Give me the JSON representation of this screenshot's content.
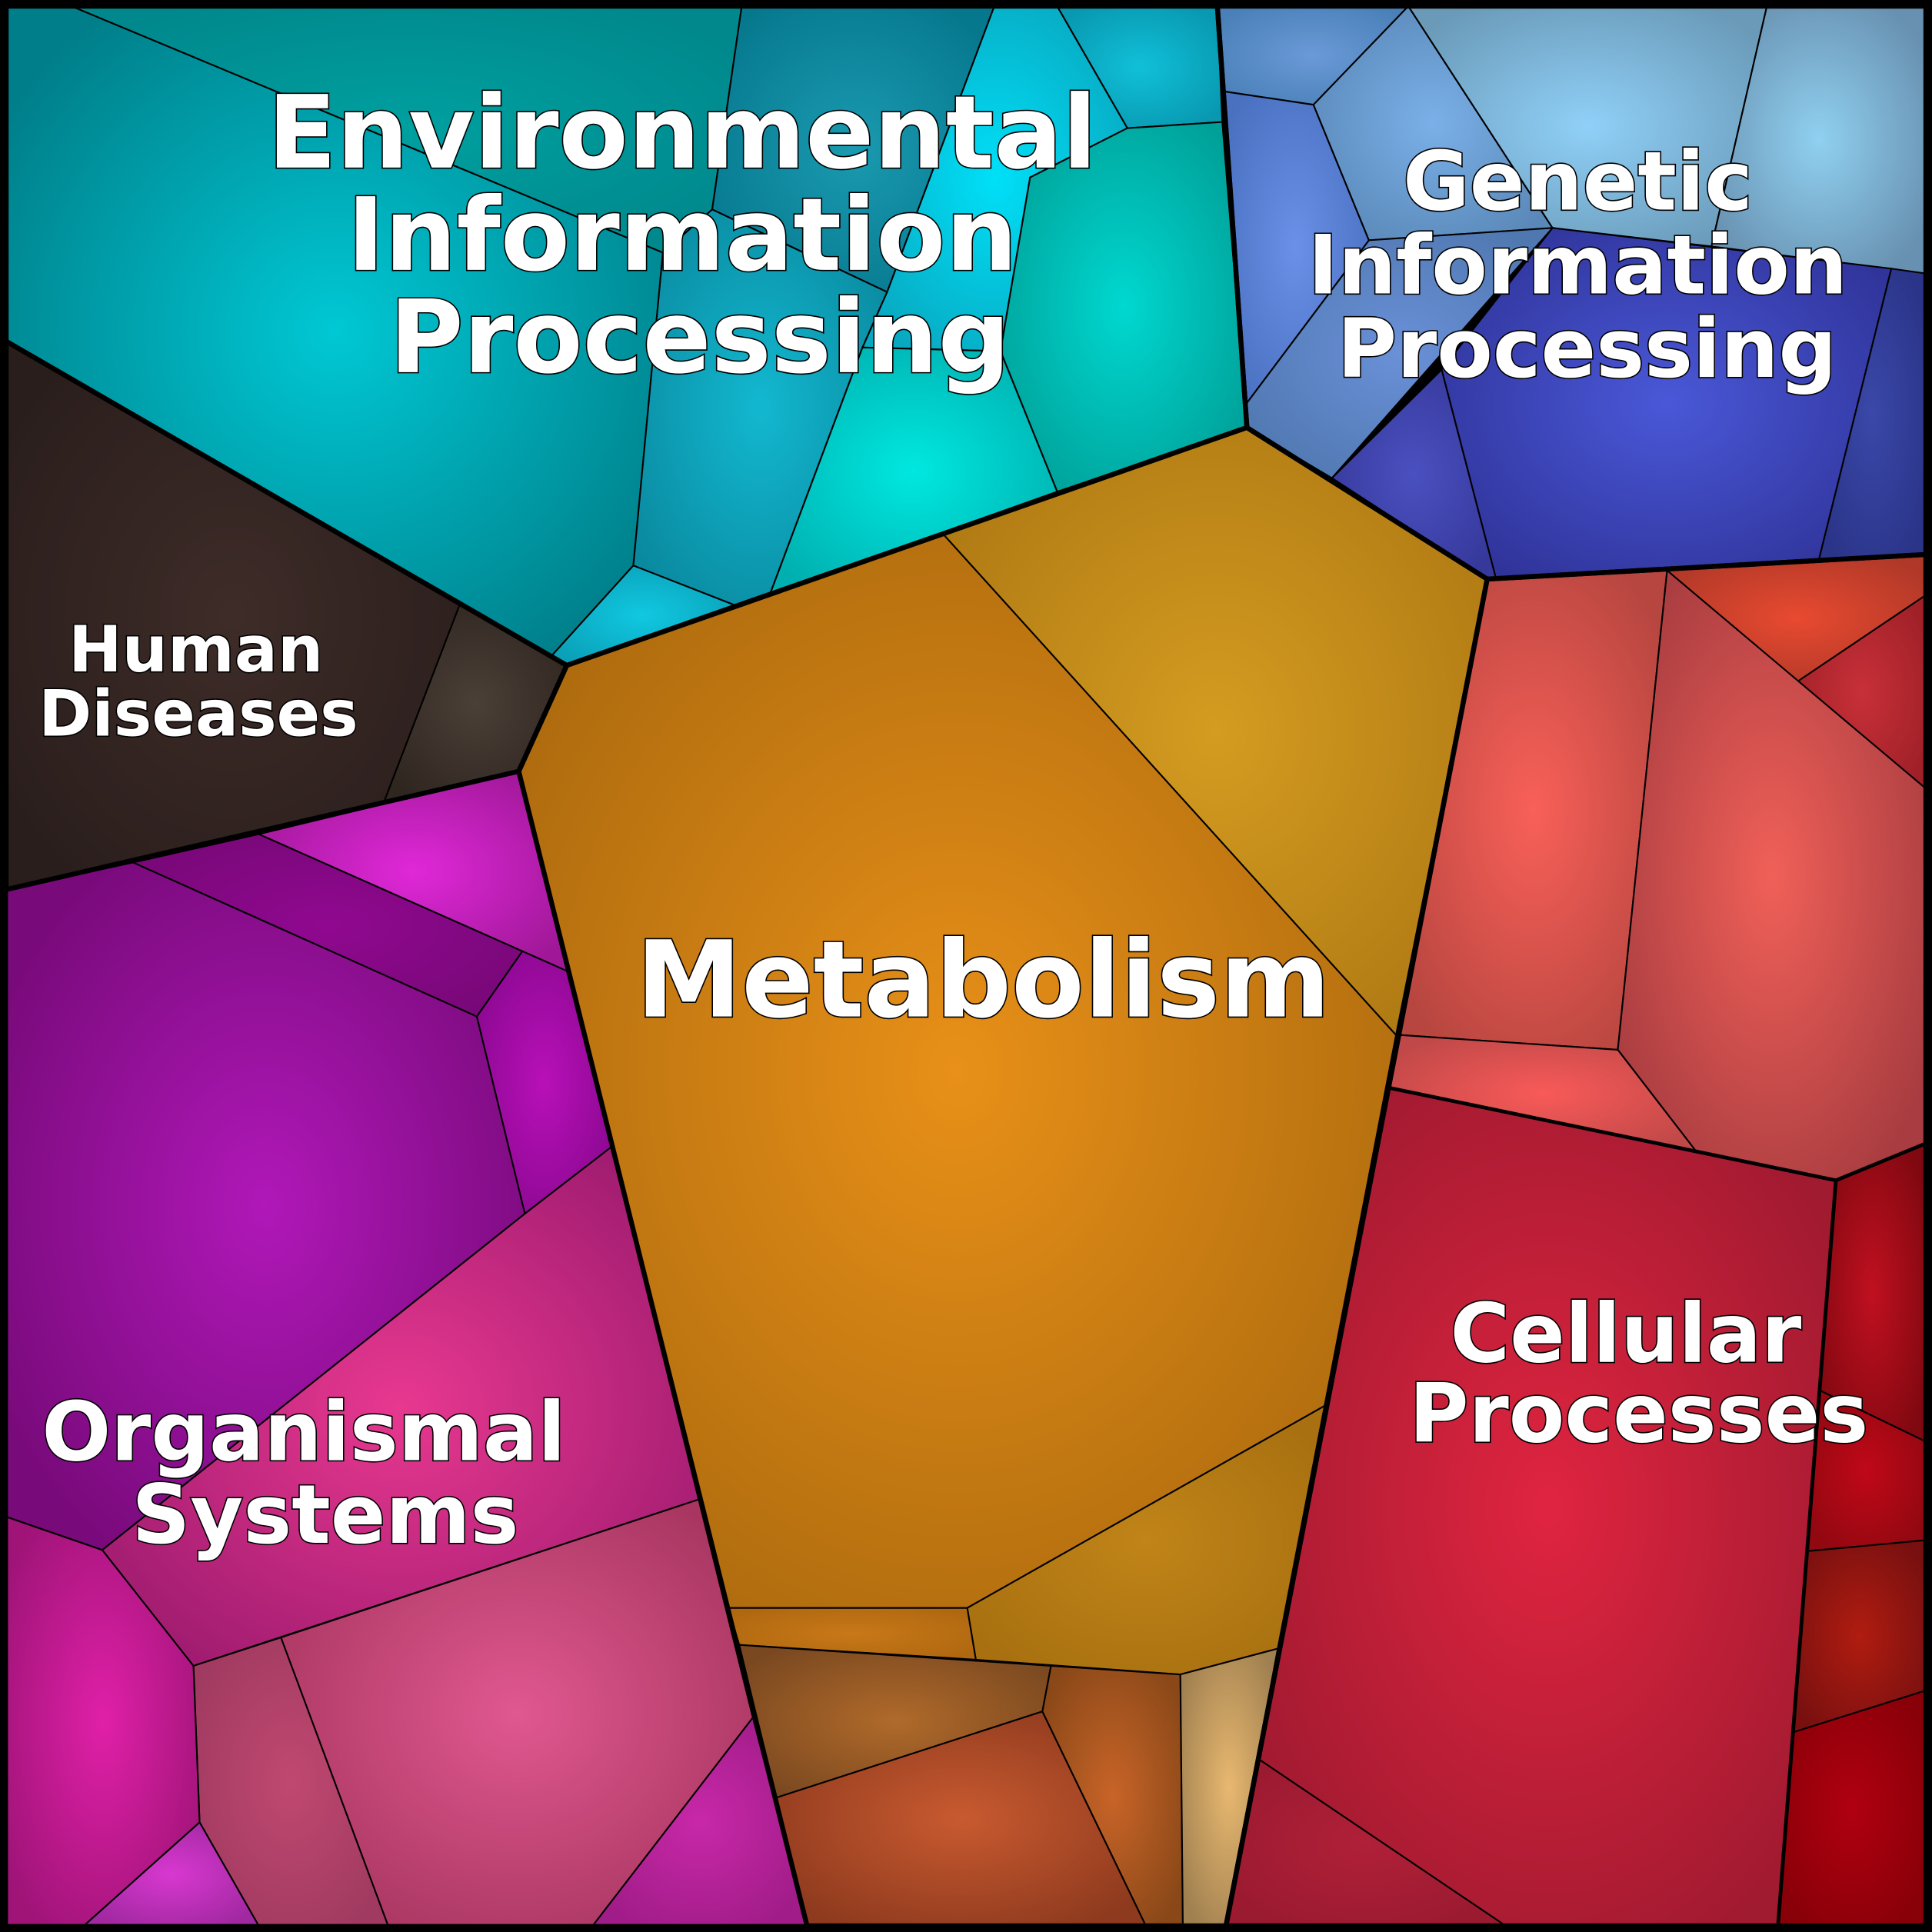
{
  "diagram": {
    "type": "voronoi-treemap",
    "categories": [
      {
        "id": "environmental",
        "lines": [
          "Environmental",
          "Information",
          "Processing"
        ],
        "color": "#00a0a8"
      },
      {
        "id": "genetic",
        "lines": [
          "Genetic",
          "Information",
          "Processing"
        ],
        "color": "#3a40a8"
      },
      {
        "id": "human",
        "lines": [
          "Human",
          "Diseases"
        ],
        "color": "#302220"
      },
      {
        "id": "metabolism",
        "lines": [
          "Metabolism"
        ],
        "color": "#d88a18"
      },
      {
        "id": "cellular",
        "lines": [
          "Cellular",
          "Processes"
        ],
        "color": "#c01c38"
      },
      {
        "id": "organismal",
        "lines": [
          "Organismal",
          "Systems"
        ],
        "color": "#a0189a"
      }
    ]
  }
}
